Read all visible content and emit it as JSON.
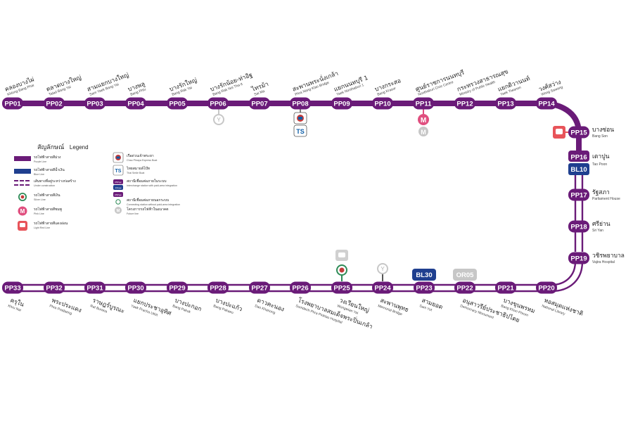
{
  "colors": {
    "purple": "#6a1b78",
    "blue": "#1f3f8f",
    "silver": "#c7c7c7",
    "pink": "#e04f7f",
    "light_red": "#e8545a",
    "green": "#2e8b57",
    "boat_blue": "#0d5ea8"
  },
  "stations": [
    {
      "code": "PP01",
      "th": "คลองบางไผ่",
      "en": "Khlong Bang Phai"
    },
    {
      "code": "PP02",
      "th": "ตลาดบางใหญ่",
      "en": "Talad Bang Yai"
    },
    {
      "code": "PP03",
      "th": "สามแยกบางใหญ่",
      "en": "Sam Yaek Bang Yai"
    },
    {
      "code": "PP04",
      "th": "บางพลู",
      "en": "Bang Phlu"
    },
    {
      "code": "PP05",
      "th": "บางรักใหญ่",
      "en": "Bang Rak Yai"
    },
    {
      "code": "PP06",
      "th": "บางรักน้อย-ท่าอิฐ",
      "en": "Bang Rak Noi Tha It"
    },
    {
      "code": "PP07",
      "th": "ไทรม้า",
      "en": "Sai Ma"
    },
    {
      "code": "PP08",
      "th": "สะพานพระนั่งเกล้า",
      "en": "Phra Nang Klao Bridge"
    },
    {
      "code": "PP09",
      "th": "แยกนนทบุรี 1",
      "en": "Yaek Nonthaburi 1"
    },
    {
      "code": "PP10",
      "th": "บางกระสอ",
      "en": "Bang Krasor"
    },
    {
      "code": "PP11",
      "th": "ศูนย์ราชการนนทบุรี",
      "en": "Nonthaburi Civic Centre"
    },
    {
      "code": "PP12",
      "th": "กระทรวงสาธารณสุข",
      "en": "Ministry of Public Health"
    },
    {
      "code": "PP13",
      "th": "แยกติวานนท์",
      "en": "Yaek Tiwanon"
    },
    {
      "code": "PP14",
      "th": "วงศ์สว่าง",
      "en": "Wong Sawang"
    },
    {
      "code": "PP15",
      "th": "บางซ่อน",
      "en": "Bang Son"
    },
    {
      "code": "PP16",
      "th": "เตาปูน",
      "en": "Tao Poon",
      "interchange": "BL10"
    },
    {
      "code": "PP17",
      "th": "รัฐสภา",
      "en": "Parliament House"
    },
    {
      "code": "PP18",
      "th": "ศรีย่าน",
      "en": "Sri Yan"
    },
    {
      "code": "PP19",
      "th": "วชิรพยาบาล",
      "en": "Vajira Hospital"
    },
    {
      "code": "PP20",
      "th": "หอสมุดแห่งชาติ",
      "en": "National Library"
    },
    {
      "code": "PP21",
      "th": "บางขุนพรหม",
      "en": "Bang Khun Phrom"
    },
    {
      "code": "PP22",
      "th": "อนุสาวรีย์ประชาธิปไตย",
      "en": "Democracy Monument",
      "interchange": "OR05"
    },
    {
      "code": "PP23",
      "th": "สามยอด",
      "en": "Sam Yot",
      "interchange": "BL30"
    },
    {
      "code": "PP24",
      "th": "สะพานพุทธ",
      "en": "Memorial Bridge"
    },
    {
      "code": "PP25",
      "th": "วงเวียนใหญ่",
      "en": "Wongwian Yai"
    },
    {
      "code": "PP26",
      "th": "โรงพยาบาลสมเด็จพระปิ่นเกล้า",
      "en": "Somdech Phra Pinklao Hospital"
    },
    {
      "code": "PP27",
      "th": "ดาวคะนอง",
      "en": "Dao Khanong"
    },
    {
      "code": "PP28",
      "th": "บางปะแก้ว",
      "en": "Bang Pakaeo"
    },
    {
      "code": "PP29",
      "th": "บางปะกอก",
      "en": "Bang Pakok"
    },
    {
      "code": "PP30",
      "th": "แยกประชาอุทิศ",
      "en": "Yaek Pracha Uthit"
    },
    {
      "code": "PP31",
      "th": "ราษฎร์บูรณะ",
      "en": "Rat Burana"
    },
    {
      "code": "PP32",
      "th": "พระประแดง",
      "en": "Phra Pradaeng"
    },
    {
      "code": "PP33",
      "th": "ครุใน",
      "en": "Khru Nai"
    }
  ],
  "legend": {
    "title_th": "สัญลักษณ์",
    "title_en": "Legend",
    "items_left": [
      {
        "th": "รถไฟฟ้าสายสีม่วง",
        "en": "Purple Line"
      },
      {
        "th": "รถไฟฟ้าสายสีน้ำเงิน",
        "en": "Blue Line"
      },
      {
        "th": "เส้นทางที่อยู่ระหว่างก่อสร้าง",
        "en": "Under construction"
      },
      {
        "th": "รถไฟฟ้าสายสีเงิน",
        "en": "Silver Line"
      },
      {
        "th": "รถไฟฟ้าสายสีชมพู",
        "en": "Pink Line"
      },
      {
        "th": "รถไฟฟ้าสายสีแดงอ่อน",
        "en": "Light Red Line"
      }
    ],
    "items_right": [
      {
        "th": "เรือด่วนเจ้าพระยา",
        "en": "Chao Phraya Express Boat"
      },
      {
        "th": "ไทยสมายล์โบ๊ท",
        "en": "Thai Smile Boat"
      },
      {
        "th": "สถานีเชื่อมต่อภายในระบบ",
        "en": "Interchange station with paid-area integration"
      },
      {
        "th": "สถานีเชื่อมต่อภายนอกระบบ",
        "en": "Connecting station without paid-area integration"
      },
      {
        "th": "โครงการรถไฟฟ้าในอนาคต",
        "en": "Future line"
      }
    ],
    "sample_codes": [
      "PPxx",
      "XXxx",
      "PPxx"
    ]
  }
}
